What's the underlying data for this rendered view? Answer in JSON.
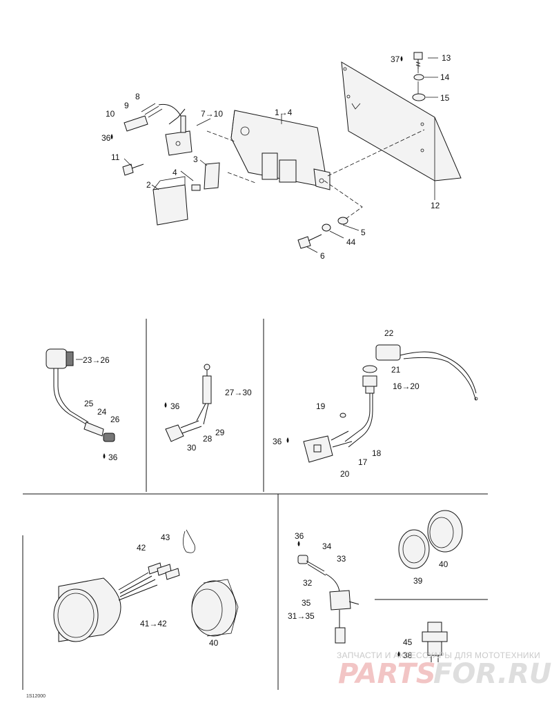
{
  "callouts": {
    "c13": "13",
    "c37a": "37",
    "c14": "14",
    "c15": "15",
    "c8": "8",
    "c9": "9",
    "c10": "10",
    "c36a": "36",
    "c7_10": "7→10",
    "c1_4": "1→4",
    "c11": "11",
    "c3": "3",
    "c4": "4",
    "c2": "2",
    "c12": "12",
    "c5": "5",
    "c44": "44",
    "c6": "6",
    "c23_26": "23→26",
    "c25": "25",
    "c24": "24",
    "c26": "26",
    "c36b": "36",
    "c36c": "36",
    "c27_30": "27→30",
    "c29": "29",
    "c28": "28",
    "c30": "30",
    "c22": "22",
    "c21": "21",
    "c16_20": "16→20",
    "c19": "19",
    "c36d": "36",
    "c18": "18",
    "c17": "17",
    "c20": "20",
    "c43": "43",
    "c42": "42",
    "c41_42": "41→42",
    "c40a": "40",
    "c36e": "36",
    "c34": "34",
    "c33": "33",
    "c32": "32",
    "c35": "35",
    "c31_35": "31→35",
    "c39": "39",
    "c40b": "40",
    "c45": "45",
    "c38": "38"
  },
  "figure_code": "1S12000",
  "watermark": {
    "line1": "ЗАПЧАСТИ И АКСЕССУАРЫ ДЛЯ МОТОТЕХНИКИ",
    "brand_left": "PARTS",
    "brand_right": "FOR.RU"
  }
}
